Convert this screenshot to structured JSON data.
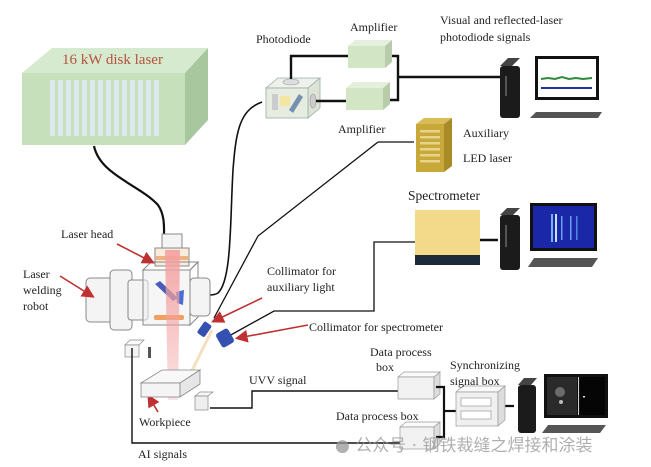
{
  "diagram": {
    "title": "Multi-sensor monitoring system for disk laser welding",
    "components": {
      "laser_source": "16 kW disk laser",
      "photodiode": "Photodiode",
      "amplifier_top": "Amplifier",
      "amplifier_bottom": "Amplifier",
      "photodiode_output": [
        "Visual    and    reflected-laser",
        "photodiode signals"
      ],
      "auxiliary_laser": [
        "Auxiliary",
        "LED laser"
      ],
      "spectrometer": "Spectrometer",
      "laser_head": "Laser head",
      "robot": [
        "Laser",
        "welding",
        "robot"
      ],
      "collimator_aux": [
        "Collimator  for",
        "auxiliary light"
      ],
      "collimator_spec": "Collimator for spectrometer",
      "data_box_top": [
        "Data process",
        "box"
      ],
      "data_box_bottom": "Data process box",
      "sync_box": [
        "Synchronizing",
        "signal box"
      ],
      "uvv_signal": "UVV signal",
      "workpiece": "Workpiece",
      "ai_signals": "AI signals"
    },
    "colors": {
      "laser_box": "#c8e0bc",
      "amplifier": "#d4e8c8",
      "aux_laser": "#c8a838",
      "spectrometer": "#f0d888",
      "label_arrow": "#c03030",
      "collimator": "#3050b0",
      "laser_beam": "#f0a0a0"
    }
  },
  "watermark": "公众号 · 钢铁裁缝之焊接和涂装"
}
